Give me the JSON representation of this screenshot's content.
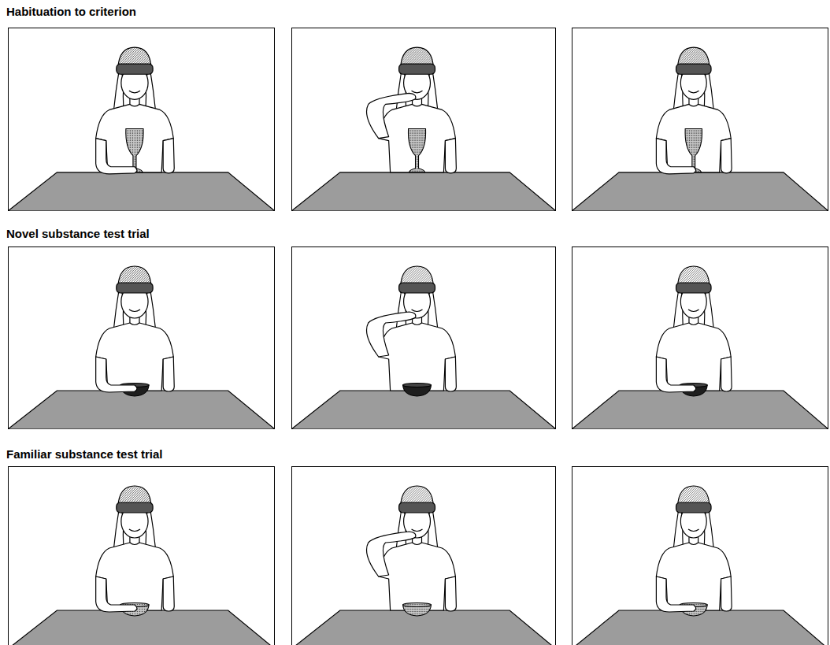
{
  "diagram": {
    "labels": [
      "Habituation to criterion",
      "Novel substance test trial",
      "Familiar substance test trial"
    ]
  }
}
